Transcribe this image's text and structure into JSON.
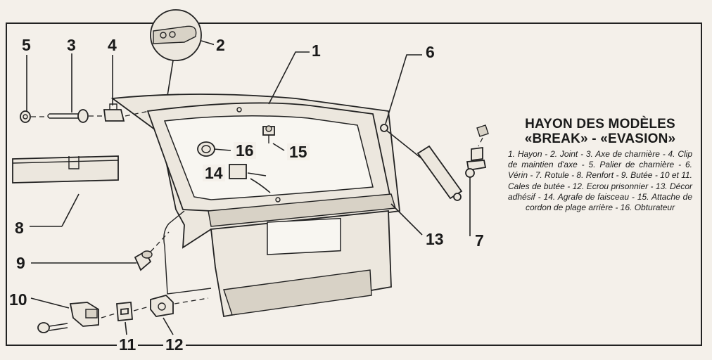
{
  "title_line1": "HAYON DES MODÈLES",
  "title_line2": "«BREAK» - «EVASION»",
  "legend_text": "1. Hayon - 2. Joint - 3. Axe de charnière - 4. Clip de maintien d'axe - 5. Palier de charnière - 6. Vérin - 7. Rotule - 8. Renfort - 9. Butée - 10 et 11. Cales de butée - 12. Ecrou prisonnier - 13. Décor adhésif - 14. Agrafe de faisceau - 15. Attache de cordon de plage arrière - 16. Obturateur",
  "callouts": [
    "1",
    "2",
    "3",
    "4",
    "5",
    "6",
    "7",
    "8",
    "9",
    "10",
    "11",
    "12",
    "13",
    "14",
    "15",
    "16"
  ]
}
